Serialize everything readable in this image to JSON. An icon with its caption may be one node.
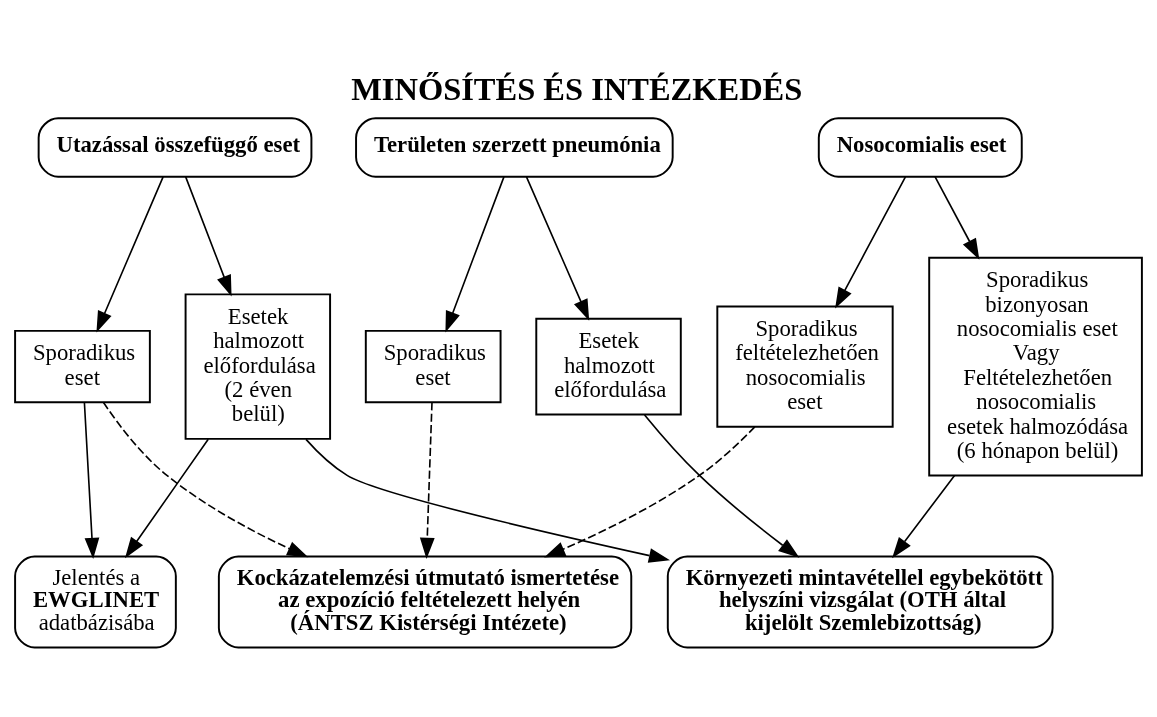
{
  "diagram": {
    "title": "MINŐSÍTÉS ÉS INTÉZKEDÉS",
    "nodes": [
      {
        "text": [
          "Utazással összefüggő eset"
        ]
      },
      {
        "text": [
          "Nosocomialis eset"
        ]
      },
      {
        "text": [
          "Területen szerzett pneumónia"
        ]
      },
      {
        "text": [
          "Sporadikus eset"
        ]
      },
      {
        "text": [
          "Esetek halmozott előfordulása (2 éven belül)"
        ]
      },
      {
        "text": [
          "Sporadikus feltételezhetően nosocomialis eset"
        ]
      },
      {
        "text": [
          "Sporadikus bizonyosan nosocomialis eset Vagy Feltételezhetően nosocomialis esetek halmozódása (6 hónapon belül)"
        ]
      },
      {
        "text": [
          "Sporadikus eset"
        ]
      },
      {
        "text": [
          "Esetek halmozott előfordulása"
        ]
      },
      {
        "text": [
          "Jelentés a **EWGLINET** adatbázisába"
        ]
      },
      {
        "text": [
          "Kockázatelemzési útmutató ismertetése az expozíció feltételezett helyén (ÁNTSZ Kistérségi Intézete)"
        ]
      },
      {
        "text": [
          "Környezeti mintavétellel egybekötött helyszíni vizsgálat (OTH által kijelölt Szemlebizottság)"
        ]
      }
    ],
    "edges": [
      {
        "from": 0,
        "to": 3,
        "arrow": "to"
      },
      {
        "from": 0,
        "to": 4,
        "arrow": "to"
      },
      {
        "from": 1,
        "to": 5,
        "arrow": "to"
      },
      {
        "from": 1,
        "to": 6,
        "arrow": "to"
      },
      {
        "from": 2,
        "to": 7,
        "arrow": "to"
      },
      {
        "from": 2,
        "to": 8,
        "arrow": "to"
      },
      {
        "from": 3,
        "to": 9,
        "arrow": "to"
      },
      {
        "from": 4,
        "to": 9,
        "arrow": "to"
      },
      {
        "from": 3,
        "to": 10,
        "arrow": "to",
        "style": "dashed"
      },
      {
        "from": 5,
        "to": 10,
        "arrow": "to",
        "style": "dashed"
      },
      {
        "from": 7,
        "to": 10,
        "arrow": "to",
        "style": "dashed"
      },
      {
        "from": 4,
        "to": 11,
        "arrow": "to"
      },
      {
        "from": 6,
        "to": 11,
        "arrow": "to"
      },
      {
        "from": 8,
        "to": 11,
        "arrow": "to"
      }
    ]
  }
}
